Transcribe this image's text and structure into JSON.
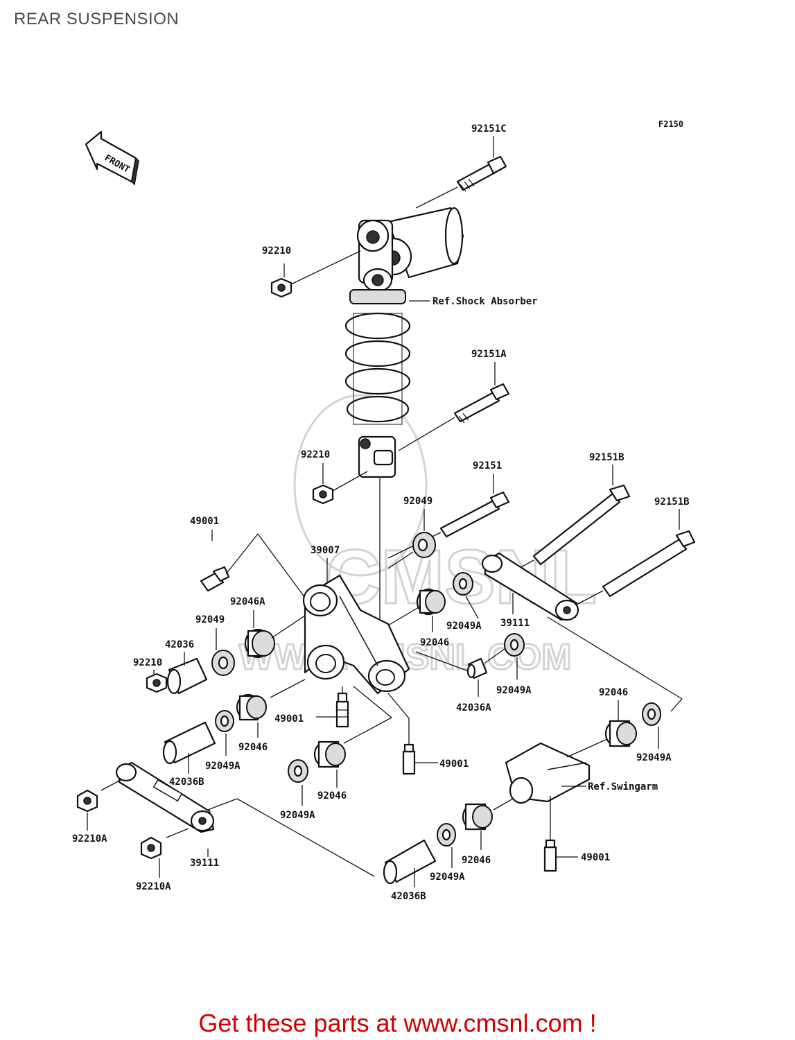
{
  "header": {
    "title": "REAR SUSPENSION",
    "figure_code": "F2150"
  },
  "front_arrow": {
    "label": "FRONT",
    "icon": "front-arrow-icon"
  },
  "watermark": {
    "text": "CMSNL",
    "url_text": "WWW.CMSNL.COM"
  },
  "parts": {
    "p92151C": "92151C",
    "p92210_top": "92210",
    "ref_shock": "Ref.Shock Absorber",
    "p92151A": "92151A",
    "p92210_mid": "92210",
    "p92151": "92151",
    "p92151B_1": "92151B",
    "p92151B_2": "92151B",
    "p49001_a": "49001",
    "p92049_a": "92049",
    "p39007": "39007",
    "p92046A": "92046A",
    "p92049_b": "92049",
    "p42036": "42036",
    "p92210_left": "92210",
    "p92049A_a": "92049A",
    "p39111_a": "39111",
    "p92046_a": "92046",
    "p92049A_b": "92049A",
    "p42036A": "42036A",
    "p49001_b": "49001",
    "p92046_b": "92046",
    "p92049A_c": "92049A",
    "p42036B_a": "42036B",
    "p49001_c": "49001",
    "p92046_c": "92046",
    "p92049A_d": "92049A",
    "p92046_d": "92046",
    "p92049A_e": "92049A",
    "ref_swingarm": "Ref.Swingarm",
    "p92210A_a": "92210A",
    "p39111_b": "39111",
    "p92210A_b": "92210A",
    "p92046_e": "92046",
    "p92049A_f": "92049A",
    "p49001_d": "49001",
    "p42036B_b": "42036B"
  },
  "footer": {
    "promo": "Get these parts at www.cmsnl.com !"
  }
}
